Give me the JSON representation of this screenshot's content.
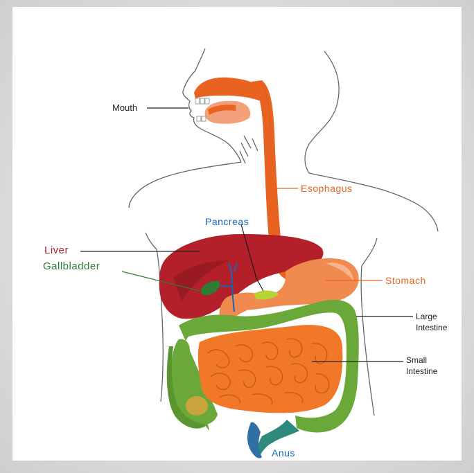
{
  "labels": {
    "mouth": "Mouth",
    "esophagus": "Esophagus",
    "pancreas": "Pancreas",
    "liver": "Liver",
    "gallbladder": "Gallbladder",
    "stomach": "Stomach",
    "large_intestine_line1": "Large",
    "large_intestine_line2": "Intestine",
    "small_intestine_line1": "Small",
    "small_intestine_line2": "Intestine",
    "anus": "Anus"
  },
  "colors": {
    "esophagus": "#e8631f",
    "liver": "#b3202a",
    "gallbladder": "#2e7d32",
    "pancreas": "#1565c0",
    "stomach": "#e8631f",
    "large_intestine": "#6aa839",
    "small_intestine": "#f07828",
    "rectum_anus": "#2f6fa3",
    "label_dark": "#222222"
  }
}
